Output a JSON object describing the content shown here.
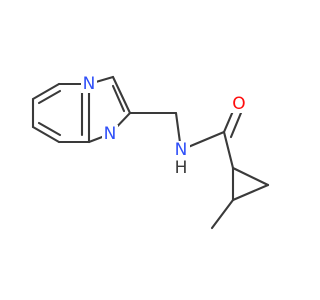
{
  "molecule": {
    "colors": {
      "bond": "#3a3a3a",
      "nitrogen": "#3050f8",
      "oxygen": "#ff0d0d",
      "hydrogen": "#3a3a3a",
      "background": "#ffffff"
    },
    "atoms": [
      {
        "id": "n_bridge",
        "element": "N",
        "label": "N"
      },
      {
        "id": "n_imidazole",
        "element": "N",
        "label": "N"
      },
      {
        "id": "n_amide",
        "element": "N",
        "label": "N"
      },
      {
        "id": "h_amide",
        "element": "H",
        "label": "H"
      },
      {
        "id": "o_carbonyl",
        "element": "O",
        "label": "O"
      }
    ]
  }
}
